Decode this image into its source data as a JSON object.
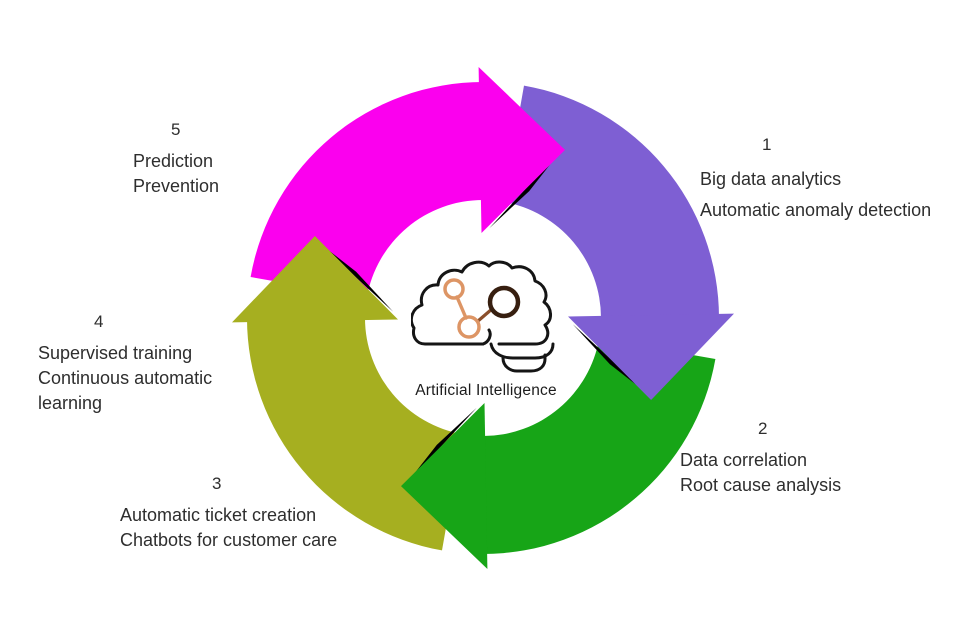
{
  "wheel": {
    "shadow_color": "#000000",
    "segments": [
      {
        "name": "magenta",
        "color": "#fb00ee",
        "body_start": 280,
        "head_base": 360
      },
      {
        "name": "purple",
        "color": "#7e5fd3",
        "body_start": 10,
        "head_base": 90
      },
      {
        "name": "green",
        "color": "#17a517",
        "body_start": 100,
        "head_base": 180
      },
      {
        "name": "olive",
        "color": "#a6af20",
        "body_start": 190,
        "head_base": 270
      }
    ]
  },
  "center": {
    "icon": "brain-network-icon",
    "label": "Artificial Intelligence",
    "icon_colors": {
      "outline": "#151515",
      "node_light": "#dd9565",
      "node_dark": "#371f10",
      "link": "#8b4f2b"
    }
  },
  "steps": [
    {
      "number": "1",
      "lines": [
        "Big data analytics",
        "Automatic anomaly detection"
      ]
    },
    {
      "number": "2",
      "lines": [
        "Data correlation",
        "Root cause analysis"
      ]
    },
    {
      "number": "3",
      "lines": [
        "Automatic ticket creation",
        "Chatbots for customer care"
      ]
    },
    {
      "number": "4",
      "lines": [
        "Supervised training",
        "Continuous automatic",
        "learning"
      ]
    },
    {
      "number": "5",
      "lines": [
        "Prediction",
        "Prevention"
      ]
    }
  ]
}
